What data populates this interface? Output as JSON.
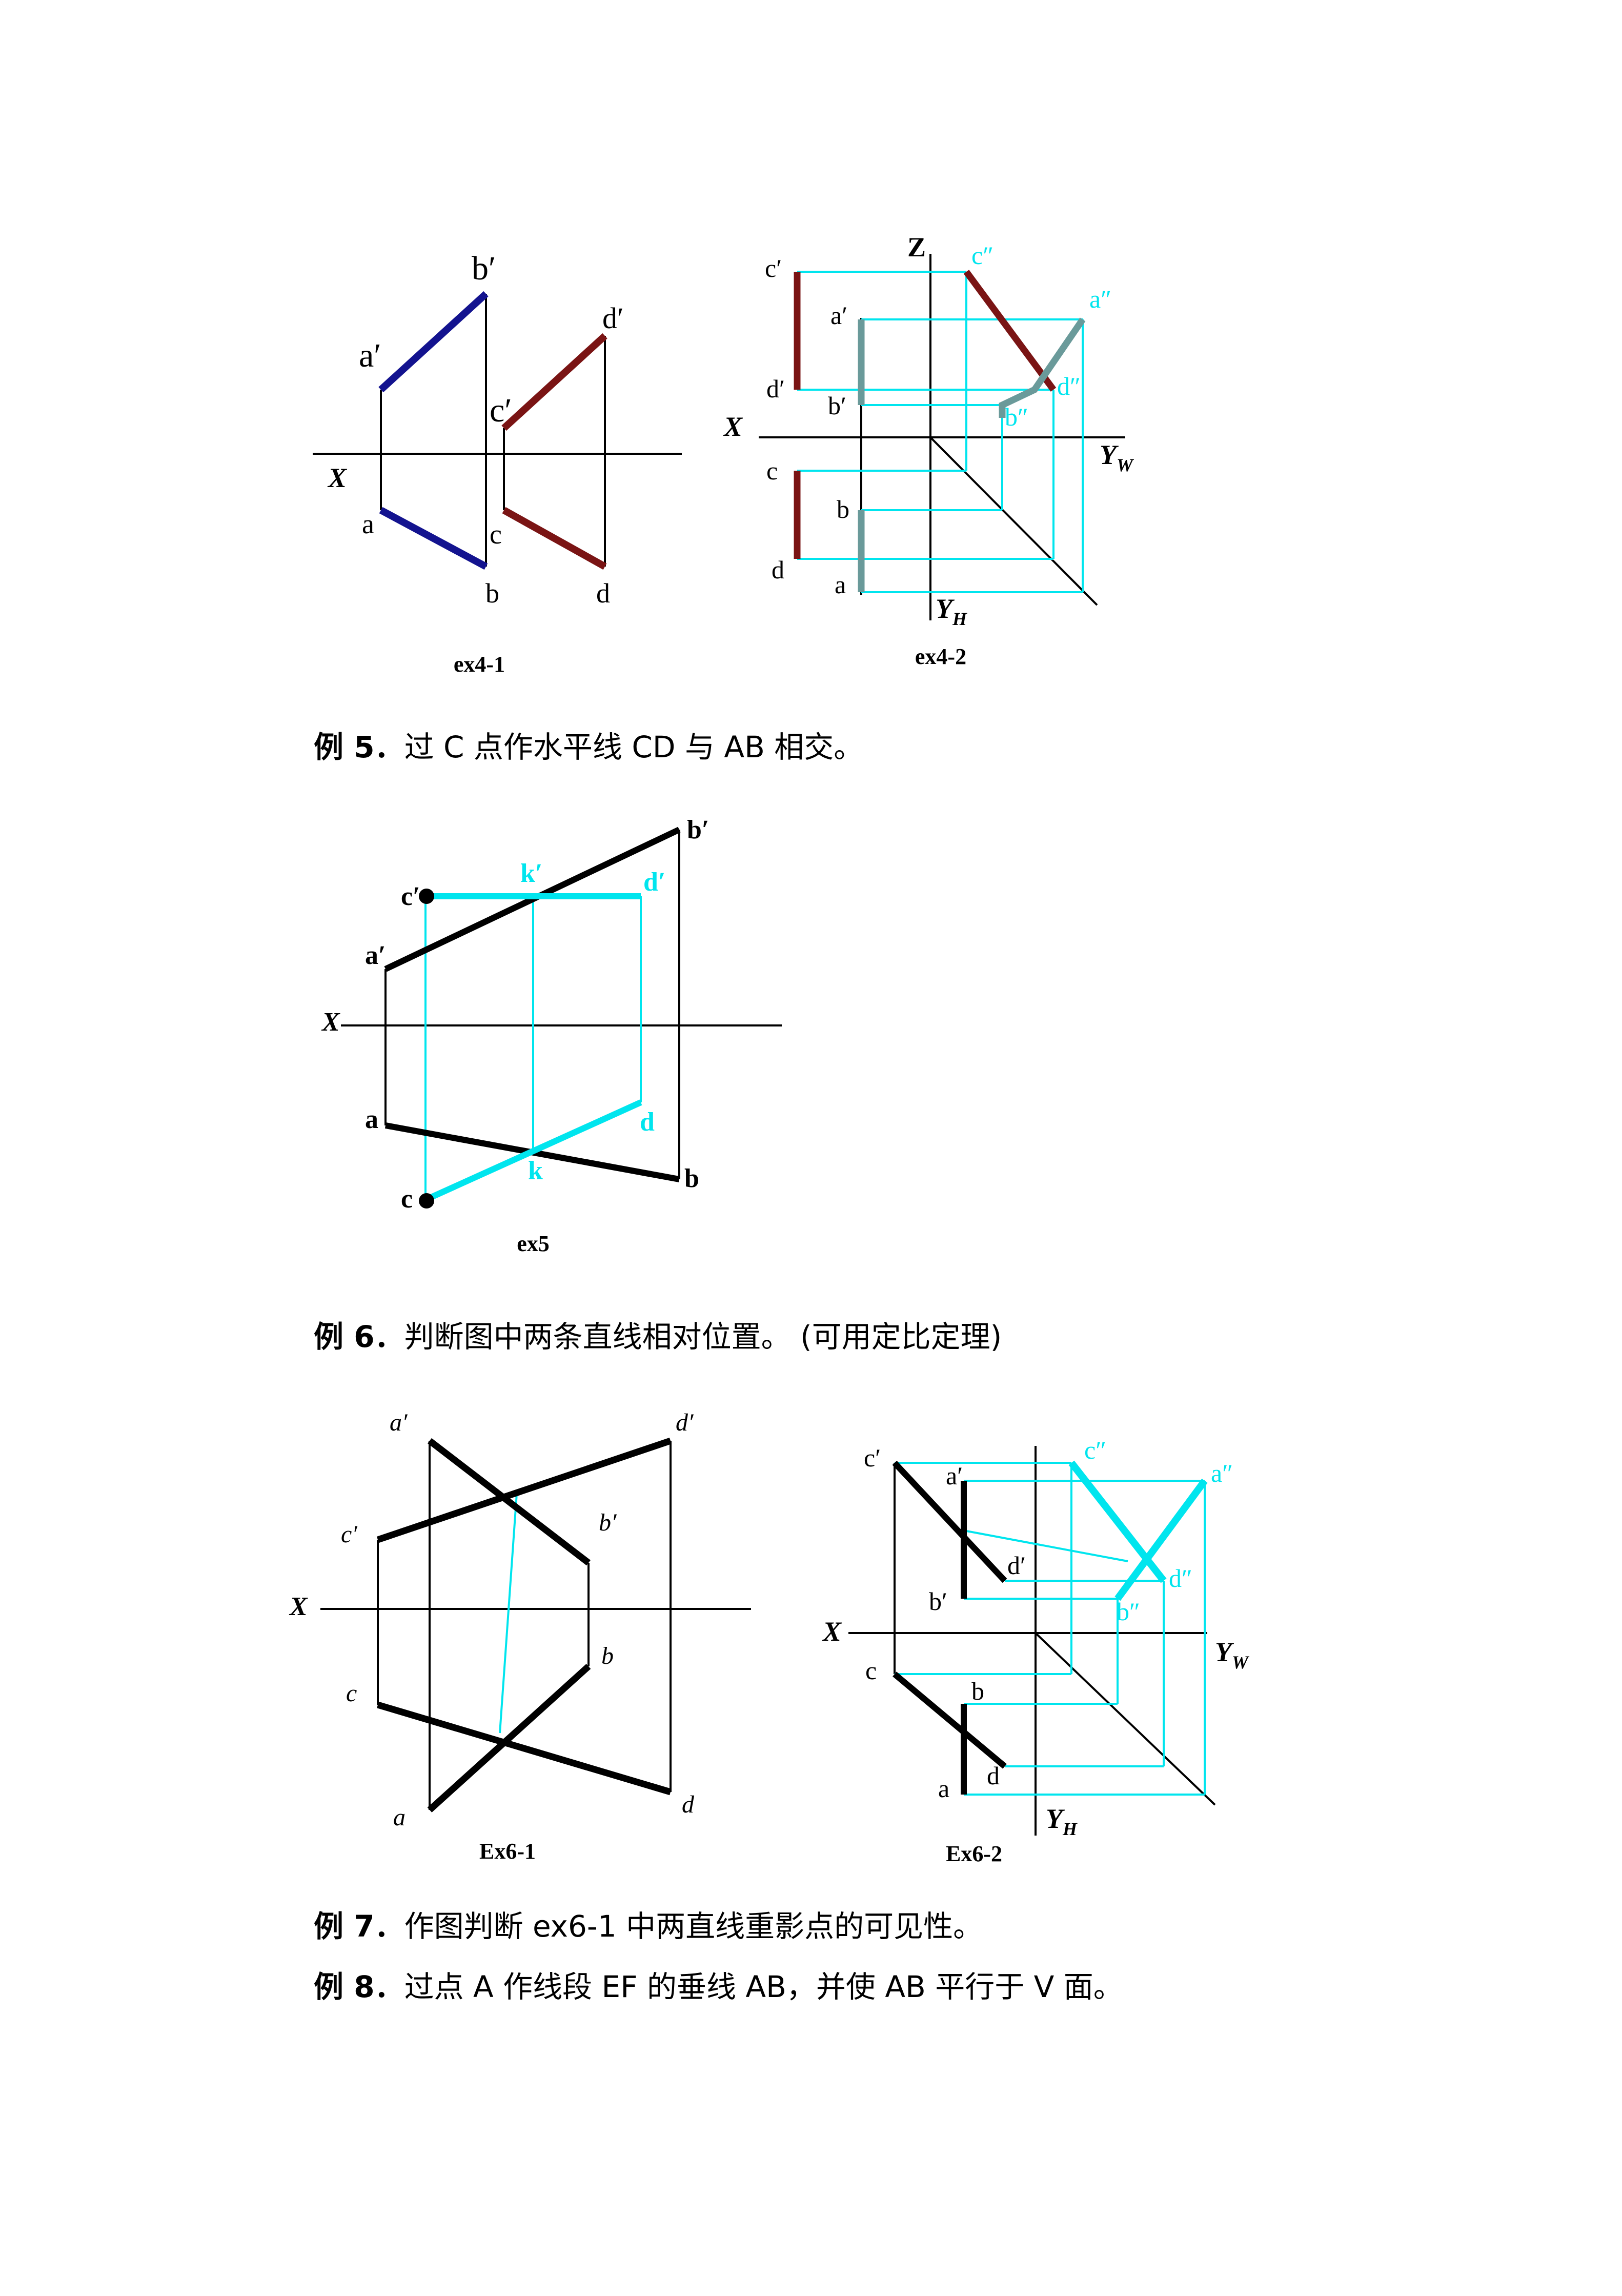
{
  "colors": {
    "blue": "#13138f",
    "darkred": "#7a1414",
    "teal": "#6a9a9a",
    "cyan": "#00e5ee",
    "black": "#000000"
  },
  "figures": {
    "ex4_1": {
      "caption": "ex4-1",
      "x_axis": "X",
      "labels": {
        "b_prime": "b′",
        "a_prime": "a′",
        "d_prime": "d′",
        "c_prime": "c′",
        "a": "a",
        "b": "b",
        "c": "c",
        "d": "d"
      }
    },
    "ex4_2": {
      "caption": "ex4-2",
      "axes": {
        "z": "Z",
        "x": "X",
        "yw": "Y",
        "yw_sub": "W",
        "yh": "Y",
        "yh_sub": "H"
      },
      "labels": {
        "c_prime": "c′",
        "a_prime": "a′",
        "d_prime": "d′",
        "b_prime": "b′",
        "c": "c",
        "b": "b",
        "d": "d",
        "a": "a",
        "c_dprime": "c″",
        "a_dprime": "a″",
        "d_dprime": "d″",
        "b_dprime": "b″"
      }
    },
    "ex5": {
      "caption": "ex5",
      "x_axis": "X",
      "labels": {
        "b_prime": "b′",
        "k_prime": "k′",
        "c_prime": "c′",
        "d_prime": "d′",
        "a_prime": "a′",
        "a": "a",
        "d": "d",
        "k": "k",
        "b": "b",
        "c": "c"
      }
    },
    "ex6_1": {
      "caption": "Ex6-1",
      "x_axis": "X",
      "labels": {
        "a_prime": "a′",
        "d_prime": "d′",
        "c_prime": "c′",
        "b_prime": "b′",
        "b": "b",
        "c": "c",
        "a": "a",
        "d": "d"
      }
    },
    "ex6_2": {
      "caption": "Ex6-2",
      "axes": {
        "x": "X",
        "yw": "Y",
        "yw_sub": "W",
        "yh": "Y",
        "yh_sub": "H"
      },
      "labels": {
        "c_prime": "c′",
        "a_prime": "a′",
        "d_prime": "d′",
        "b_prime": "b′",
        "c": "c",
        "b": "b",
        "a": "a",
        "d": "d",
        "c_dprime": "c″",
        "a_dprime": "a″",
        "d_dprime": "d″",
        "b_dprime": "b″"
      }
    }
  },
  "paragraphs": {
    "ex5": {
      "label": "例 5．",
      "text": "过 C 点作水平线 CD 与 AB 相交。"
    },
    "ex6": {
      "label": "例 6．",
      "text": "判断图中两条直线相对位置。 (可用定比定理)"
    },
    "ex7": {
      "label": "例 7．",
      "text": "作图判断 ex6-1 中两直线重影点的可见性。"
    },
    "ex8": {
      "label": "例 8．",
      "text": "过点 A 作线段 EF 的垂线 AB，并使 AB 平行于 V 面。"
    }
  }
}
